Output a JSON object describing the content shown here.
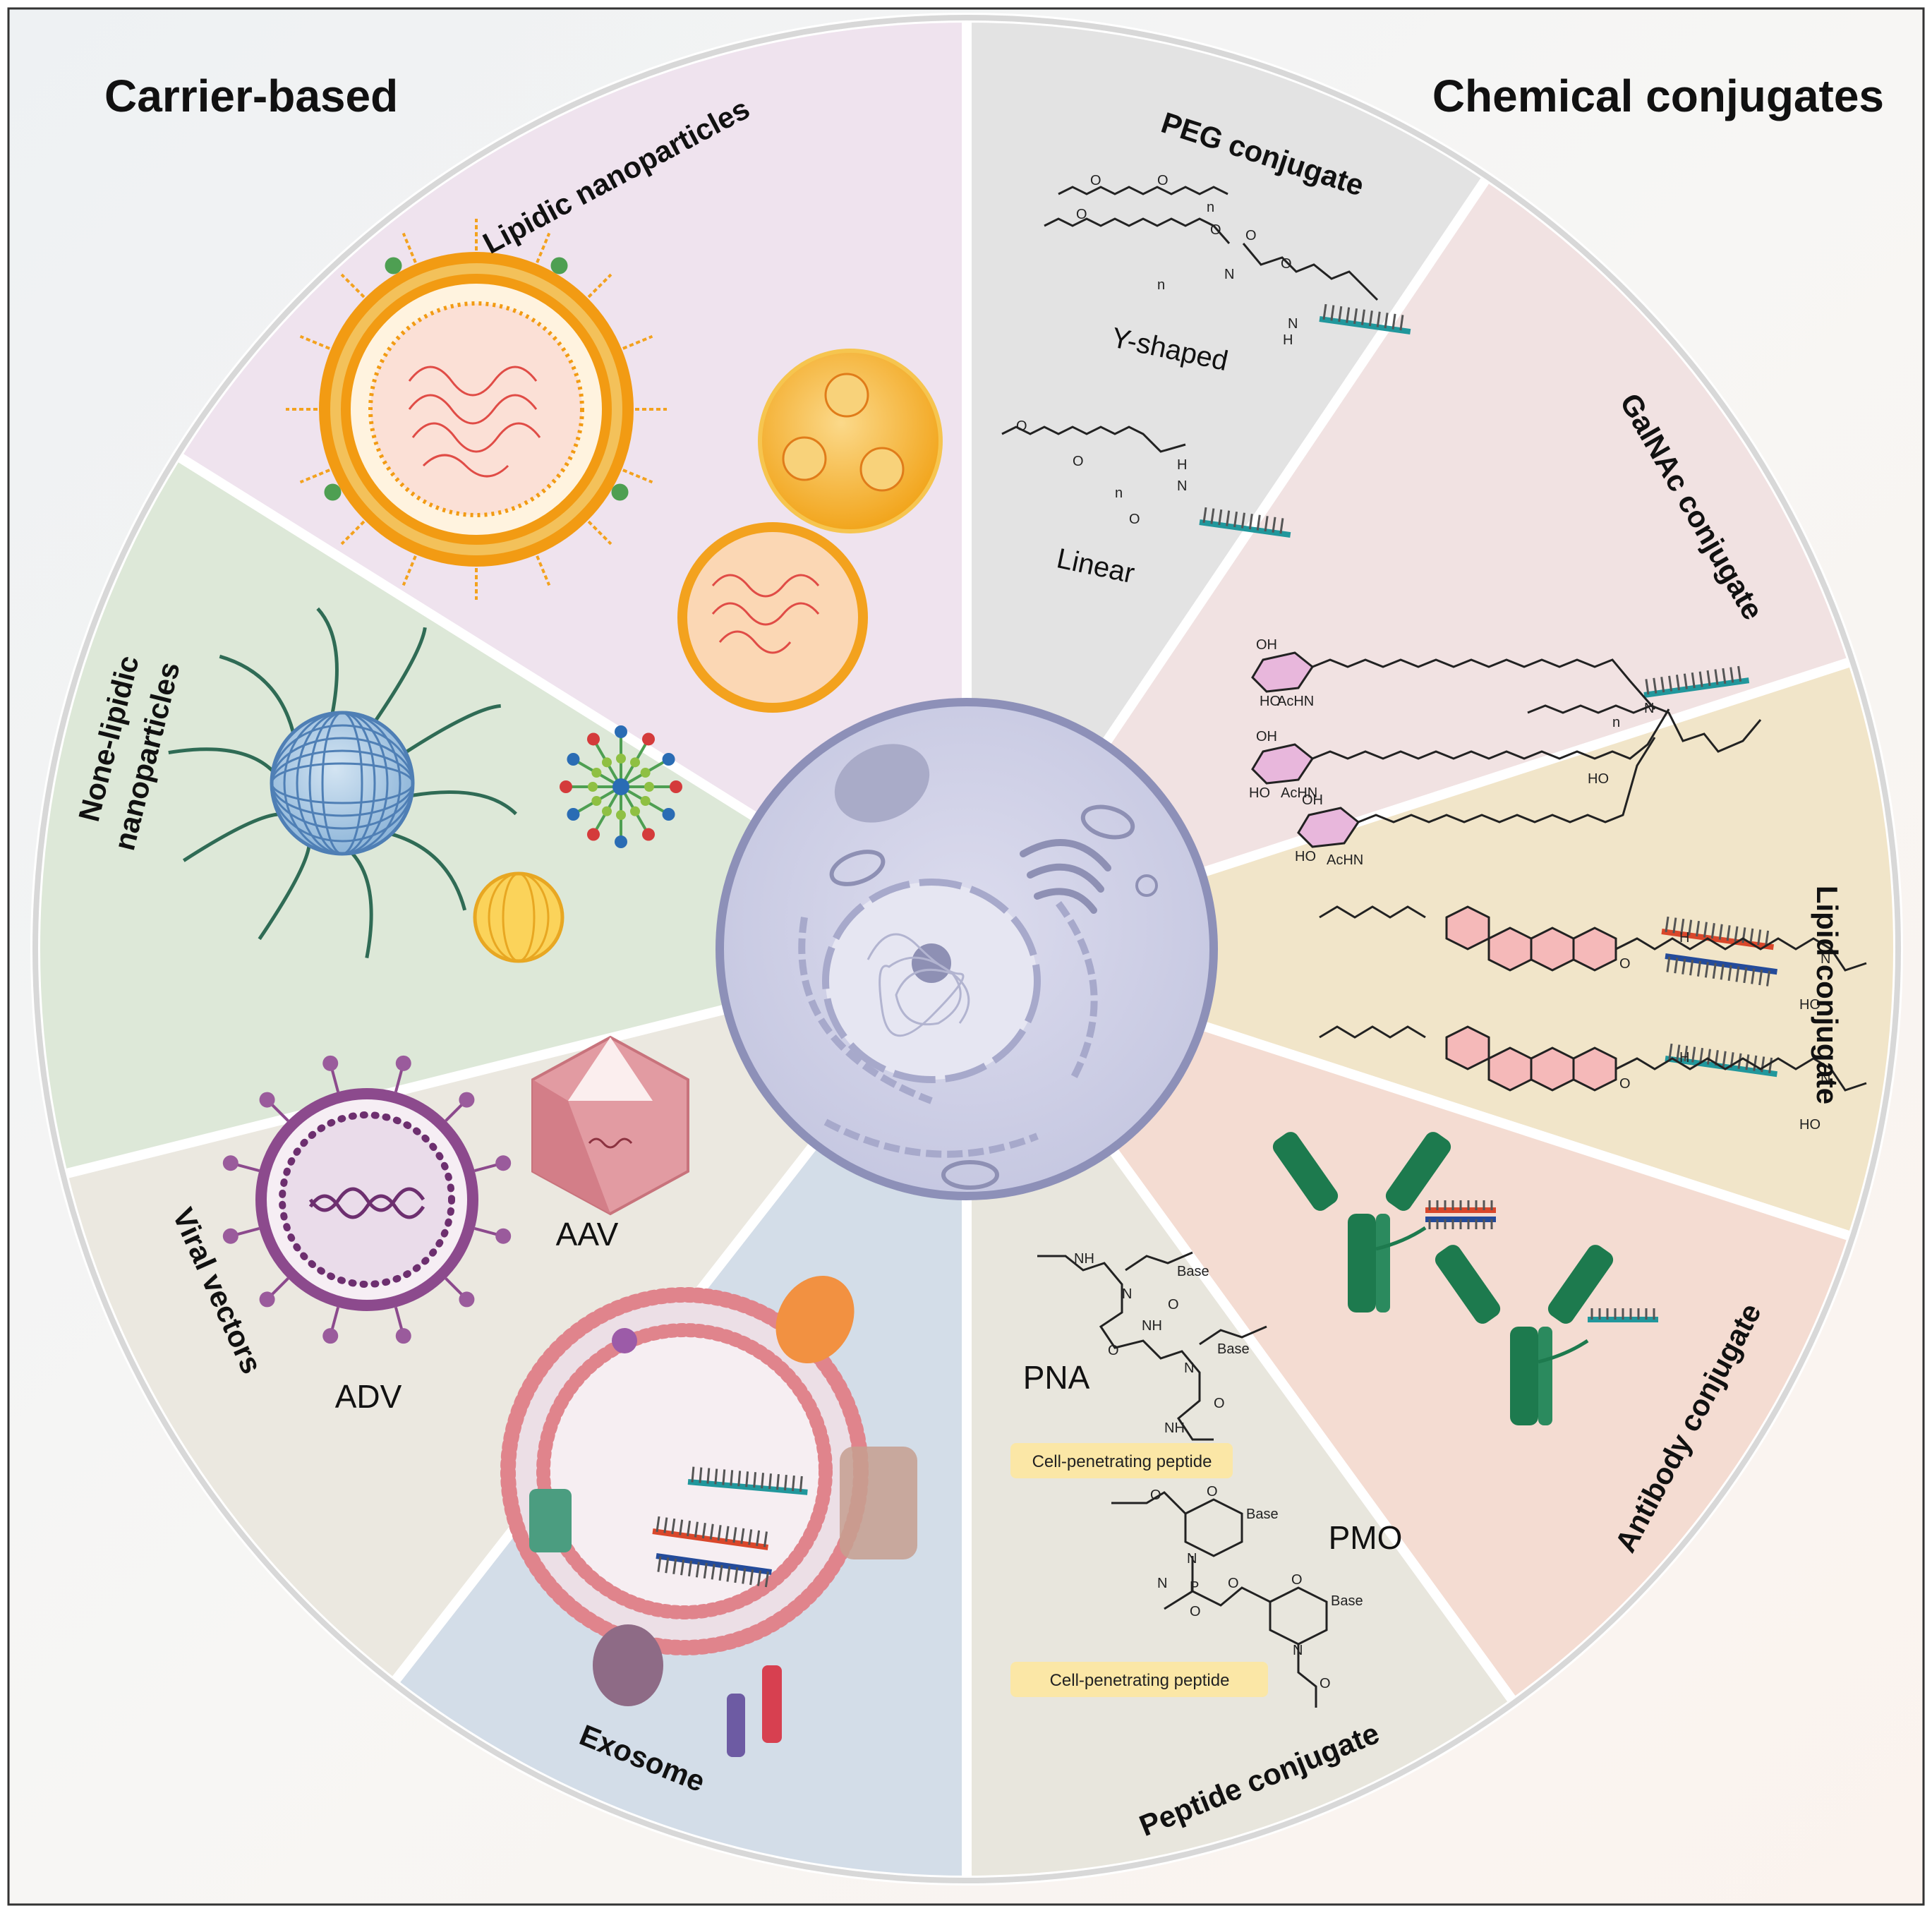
{
  "titles": {
    "left": "Carrier-based",
    "right": "Chemical conjugates"
  },
  "sectors": {
    "lipidic": "Lipidic nanoparticles",
    "nonlipidic_line1": "None-lipidic",
    "nonlipidic_line2": "nanoparticles",
    "viral": "Viral vectors",
    "exosome": "Exosome",
    "peg": "PEG conjugate",
    "galnac": "GalNAc conjugate",
    "lipid_conj": "Lipid conjugate",
    "antibody": "Antibody conjugate",
    "peptide": "Peptide conjugate"
  },
  "labels": {
    "y_shaped": "Y-shaped",
    "linear": "Linear",
    "aav": "AAV",
    "adv": "ADV",
    "pna": "PNA",
    "pmo": "PMO",
    "cpp1": "Cell-penetrating peptide",
    "cpp2": "Cell-penetrating peptide"
  },
  "chem_atoms": {
    "o": "O",
    "n": "N",
    "h": "H",
    "nh": "NH",
    "sub_n": "n",
    "oh": "OH",
    "ho": "HO",
    "achn": "AcHN",
    "base": "Base",
    "p": "P"
  },
  "colors": {
    "lipidic_bg": "#efe3ee",
    "nonlipidic_bg": "#dde8d8",
    "viral_bg": "#ebe8e0",
    "exosome_bg": "#d3dde8",
    "peg_bg": "#e3e3e3",
    "galnac_bg": "#f1e2e2",
    "lipid_bg": "#f1e5c9",
    "antibody_bg": "#f4dcd2",
    "peptide_bg": "#e8e6dd",
    "cell": "#c9cbe3",
    "oligo_teal": "#21979c",
    "oligo_red": "#d9472b",
    "oligo_blue": "#244b9a",
    "lnp_orange": "#f3a21e",
    "antibody_green": "#1d7a4e",
    "fullerene_blue": "#5b8fc2",
    "viral_purple": "#7b3f7f",
    "aav_pink": "#d98a91",
    "cpp_yellow": "#fbe7a6"
  }
}
